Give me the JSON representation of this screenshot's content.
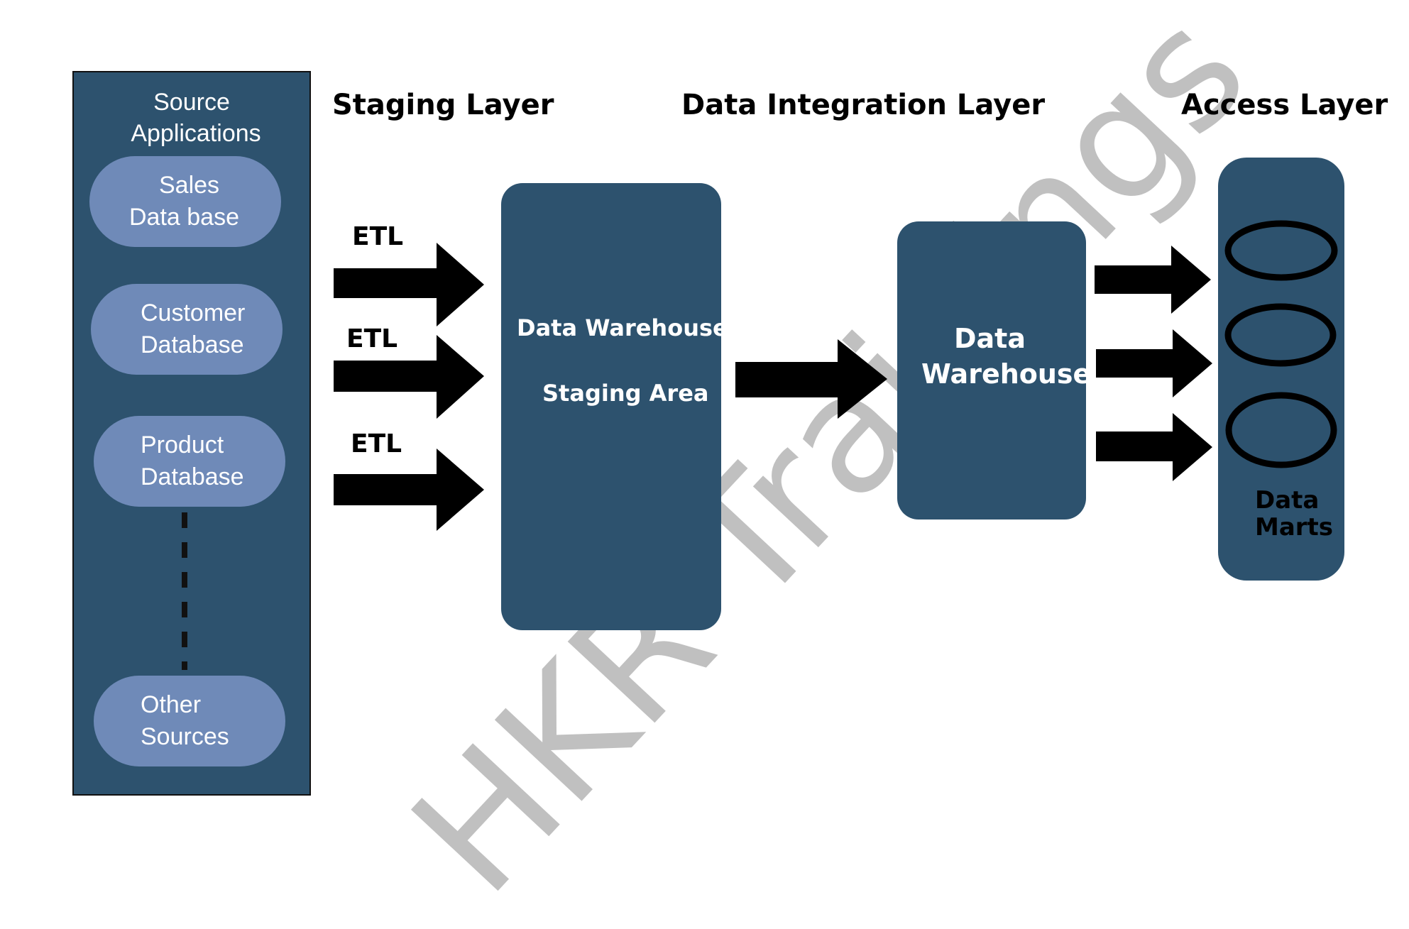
{
  "layers": {
    "staging": "Staging Layer",
    "integration": "Data Integration Layer",
    "access": "Access Layer"
  },
  "source_panel": {
    "title_line1": "Source",
    "title_line2": "Applications",
    "items": [
      {
        "line1": "Sales",
        "line2": "Data base"
      },
      {
        "line1": "Customer",
        "line2": "Database"
      },
      {
        "line1": "Product",
        "line2": "Database"
      },
      {
        "line1": "Other",
        "line2": "Sources"
      }
    ]
  },
  "etl_labels": [
    "ETL",
    "ETL",
    "ETL"
  ],
  "staging_box": {
    "line1": "Data Warehouse",
    "line2": "Staging Area"
  },
  "warehouse_box": {
    "line1": "Data",
    "line2": "Warehouse"
  },
  "data_marts": {
    "line1": "Data",
    "line2": "Marts",
    "count": 3
  },
  "watermark": "HKR Trainings",
  "colors": {
    "panel": "#2d526e",
    "pill": "#6f8ab8",
    "arrow": "#000000",
    "watermark": "#8c8c8c"
  },
  "icons": [
    "right-arrow-icon",
    "data-mart-ellipse-icon"
  ]
}
